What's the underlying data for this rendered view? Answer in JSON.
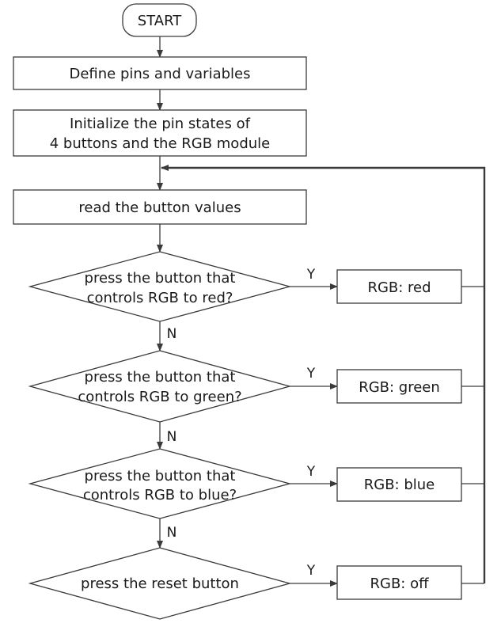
{
  "flowchart": {
    "start": "START",
    "define": "Define pins and variables",
    "init_line1": "Initialize the pin states of",
    "init_line2": "4 buttons and the RGB module",
    "read": "read the button values",
    "decision_red_line1": "press the button that",
    "decision_red_line2": "controls RGB to red?",
    "decision_green_line1": "press the button that",
    "decision_green_line2": "controls RGB to green?",
    "decision_blue_line1": "press the button that",
    "decision_blue_line2": "controls RGB to blue?",
    "decision_reset": "press the reset button",
    "rgb_red": "RGB: red",
    "rgb_green": "RGB: green",
    "rgb_blue": "RGB: blue",
    "rgb_off": "RGB: off",
    "yes": "Y",
    "no": "N"
  }
}
